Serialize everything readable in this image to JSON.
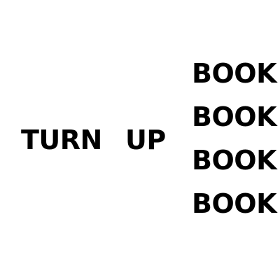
{
  "words": {
    "left": "TURN",
    "middle": "UP"
  },
  "book_stack": [
    "BOOK",
    "BOOK",
    "BOOK",
    "BOOK"
  ],
  "colors": {
    "background": "#ffffff",
    "text": "#000000"
  }
}
